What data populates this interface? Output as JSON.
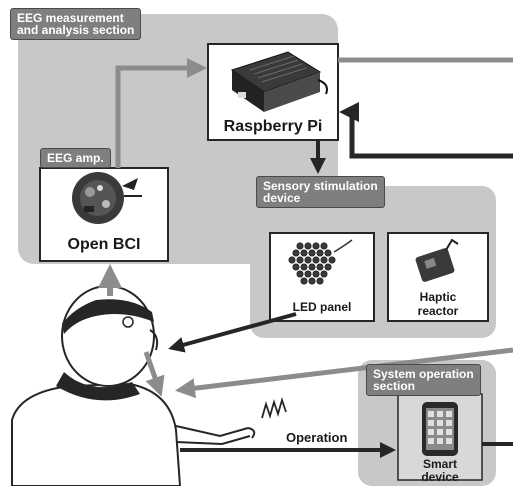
{
  "sections": {
    "eeg": {
      "label_line1": "EEG measurement",
      "label_line2": "and analysis section"
    },
    "stimulation": {
      "label_line1": "Sensory stimulation",
      "label_line2": "device"
    },
    "system_op": {
      "label_line1": "System operation",
      "label_line2": "section"
    }
  },
  "components": {
    "eeg_amp": "EEG amp.",
    "open_bci": "Open BCI",
    "raspberry_pi": "Raspberry Pi",
    "led_panel": "LED panel",
    "haptic_line1": "Haptic",
    "haptic_line2": "reactor",
    "smart_line1": "Smart",
    "smart_line2": "device"
  },
  "edges": {
    "operation": "Operation"
  },
  "colors": {
    "section_bg": "#c8c8c8",
    "inner_bg": "#dcdcdc",
    "label_bg": "#7f7f7f",
    "arrow_gray": "#8c8c8c",
    "arrow_dark": "#262626"
  }
}
